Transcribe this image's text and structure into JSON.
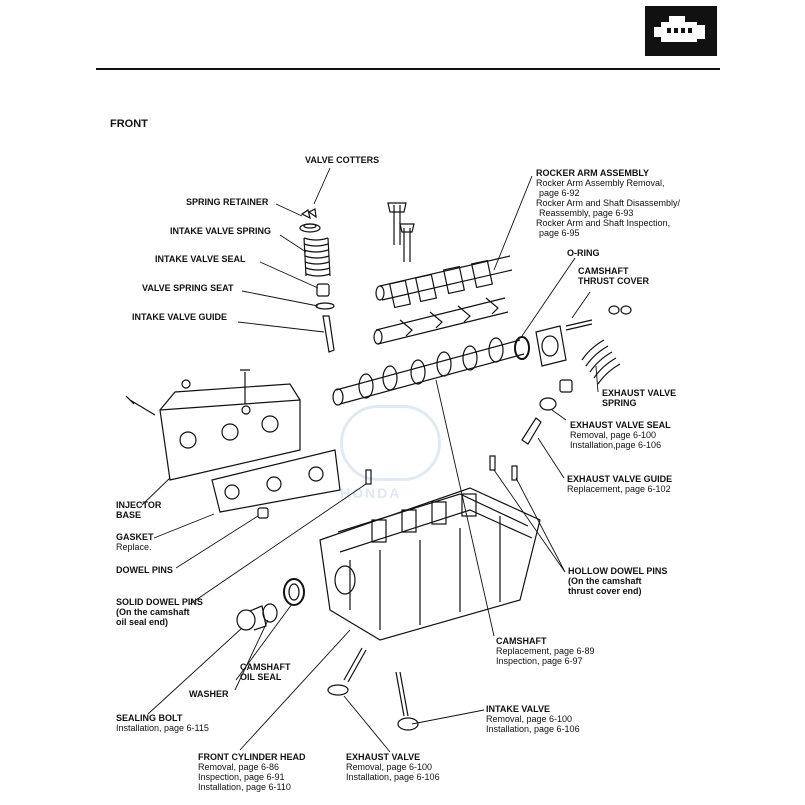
{
  "header": {
    "icon_name": "engine-icon",
    "accent": "#111111"
  },
  "orientation_label": "FRONT",
  "watermark_text": "HONDA",
  "labels": {
    "valve_cotters": {
      "title": "VALVE COTTERS"
    },
    "spring_retainer": {
      "title": "SPRING RETAINER"
    },
    "intake_valve_spring": {
      "title": "INTAKE VALVE SPRING"
    },
    "intake_valve_seal": {
      "title": "INTAKE VALVE SEAL"
    },
    "valve_spring_seat": {
      "title": "VALVE SPRING SEAT"
    },
    "intake_valve_guide": {
      "title": "INTAKE VALVE GUIDE"
    },
    "rocker_arm_assembly": {
      "title": "ROCKER ARM ASSEMBLY",
      "lines": [
        "Rocker Arm Assembly Removal,",
        "page 6-92",
        "Rocker Arm and Shaft Disassembly/",
        "Reassembly, page 6-93",
        "Rocker Arm and Shaft Inspection,",
        "page 6-95"
      ]
    },
    "o_ring": {
      "title": "O-RING"
    },
    "camshaft_thrust_cover": {
      "title": [
        "CAMSHAFT",
        "THRUST COVER"
      ]
    },
    "exhaust_valve_spring": {
      "title": [
        "EXHAUST VALVE",
        "SPRING"
      ]
    },
    "exhaust_valve_seal": {
      "title": "EXHAUST VALVE SEAL",
      "lines": [
        "Removal, page 6-100",
        "Installation,page 6-106"
      ]
    },
    "exhaust_valve_guide": {
      "title": "EXHAUST VALVE GUIDE",
      "lines": [
        "Replacement, page 6-102"
      ]
    },
    "injector_base": {
      "title": [
        "INJECTOR",
        "BASE"
      ]
    },
    "gasket": {
      "title": "GASKET",
      "lines": [
        "Replace."
      ]
    },
    "dowel_pins": {
      "title": "DOWEL PINS"
    },
    "solid_dowel_pins": {
      "title": [
        "SOLID DOWEL PINS",
        "(On the camshaft",
        "oil seal end)"
      ]
    },
    "hollow_dowel_pins": {
      "title": [
        "HOLLOW DOWEL PINS",
        "(On the camshaft",
        "thrust cover end)"
      ]
    },
    "camshaft_oil_seal": {
      "title": [
        "CAMSHAFT",
        "OIL SEAL"
      ]
    },
    "washer": {
      "title": "WASHER"
    },
    "camshaft": {
      "title": "CAMSHAFT",
      "lines": [
        "Replacement, page 6-89",
        "Inspection, page 6-97"
      ]
    },
    "sealing_bolt": {
      "title": "SEALING BOLT",
      "lines": [
        "Installation, page 6-115"
      ]
    },
    "intake_valve": {
      "title": "INTAKE VALVE",
      "lines": [
        "Removal, page 6-100",
        "Installation, page 6-106"
      ]
    },
    "front_cylinder_head": {
      "title": "FRONT CYLINDER HEAD",
      "lines": [
        "Removal, page 6-86",
        "Inspection, page 6-91",
        "Installation, page 6-110"
      ]
    },
    "exhaust_valve": {
      "title": "EXHAUST VALVE",
      "lines": [
        "Removal, page 6-100",
        "Installation, page 6-106"
      ]
    }
  }
}
